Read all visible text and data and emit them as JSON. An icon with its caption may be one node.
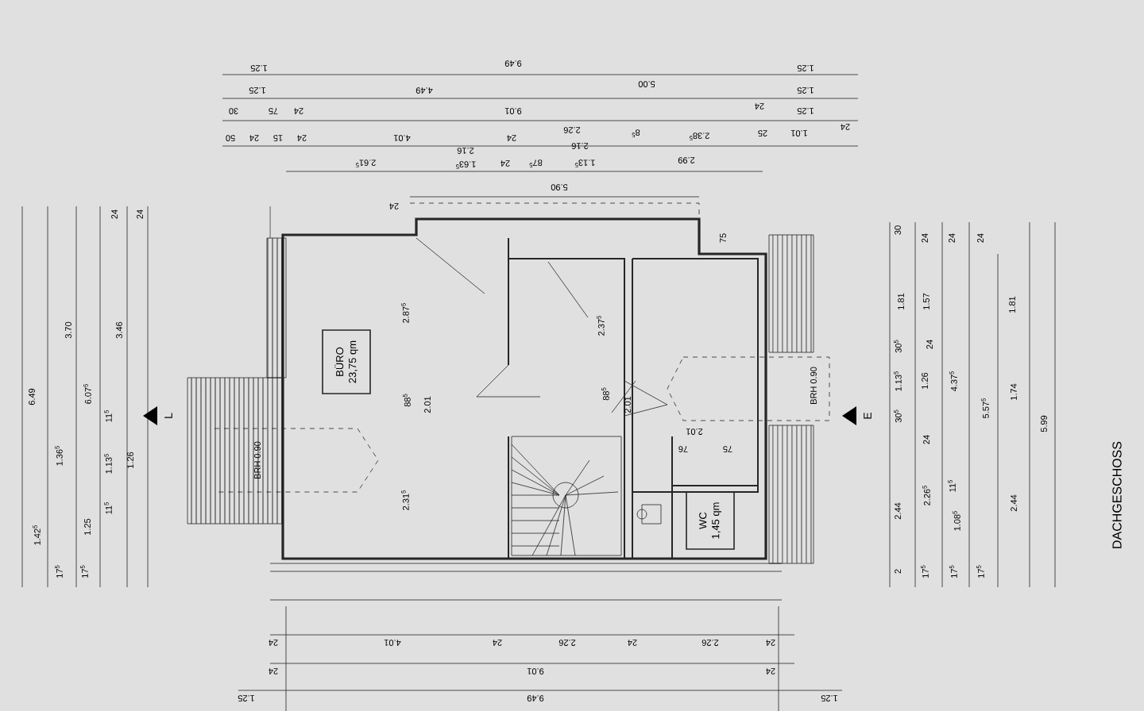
{
  "diagram": {
    "title": "DACHGESCHOSS",
    "nodes": [
      {
        "text": [
          "BÜRO",
          "23,75 qm"
        ]
      },
      {
        "text": [
          "WC",
          "1,45 qm"
        ]
      }
    ],
    "edges": [],
    "labels": [
      "6.49",
      "3.70",
      "1.36$^{5}$",
      "1.42$^{5}$",
      "6.07$^{5}$",
      "1.25",
      "3.46",
      "11$^{5}$",
      "1.13$^{5}$",
      "1.26",
      "11$^{5}$",
      "24",
      "24",
      "17$^{5}$",
      "17$^{5}$",
      "L",
      "1.25",
      "9.49",
      "1.25",
      "1.25",
      "4.49",
      "5.00",
      "1.25",
      "30",
      "75",
      "24",
      "9.01",
      "24",
      "1.25",
      "50",
      "24",
      "15",
      "24",
      "4.01",
      "24",
      "2.26",
      "8$^{5}$",
      "2.38$^{5}$",
      "25",
      "1.01",
      "24",
      "2.61$^{5}$",
      "2.16",
      "1.63$^{5}$",
      "24",
      "87$^{5}$",
      "2.16",
      "1.13$^{5}$",
      "2.99",
      "5.90",
      "24",
      "75",
      "2.87$^{5}$",
      "2.37$^{5}$",
      "BRH 0.90",
      "88$^{5}$",
      "2.01",
      "88$^{5}$",
      "2.01",
      "2.01",
      "76",
      "75",
      "BRH 0.90",
      "2.31$^{5}$",
      "E",
      "30",
      "1.81",
      "30$^{5}$",
      "1.13$^{5}$",
      "30$^{5}$",
      "2.44",
      "2",
      "24",
      "1.57",
      "24",
      "1.26",
      "24",
      "2.26$^{5}$",
      "17$^{5}$",
      "24",
      "4.37$^{5}$",
      "11$^{5}$",
      "1.08$^{5}$",
      "17$^{5}$",
      "24",
      "5.57$^{5}$",
      "17$^{5}$",
      "1.81",
      "1.74",
      "2.44",
      "5.99",
      "24",
      "4.01",
      "24",
      "2.26",
      "24",
      "2.26",
      "24",
      "24",
      "9.01",
      "24",
      "1.25",
      "9.49",
      "1.25"
    ]
  }
}
